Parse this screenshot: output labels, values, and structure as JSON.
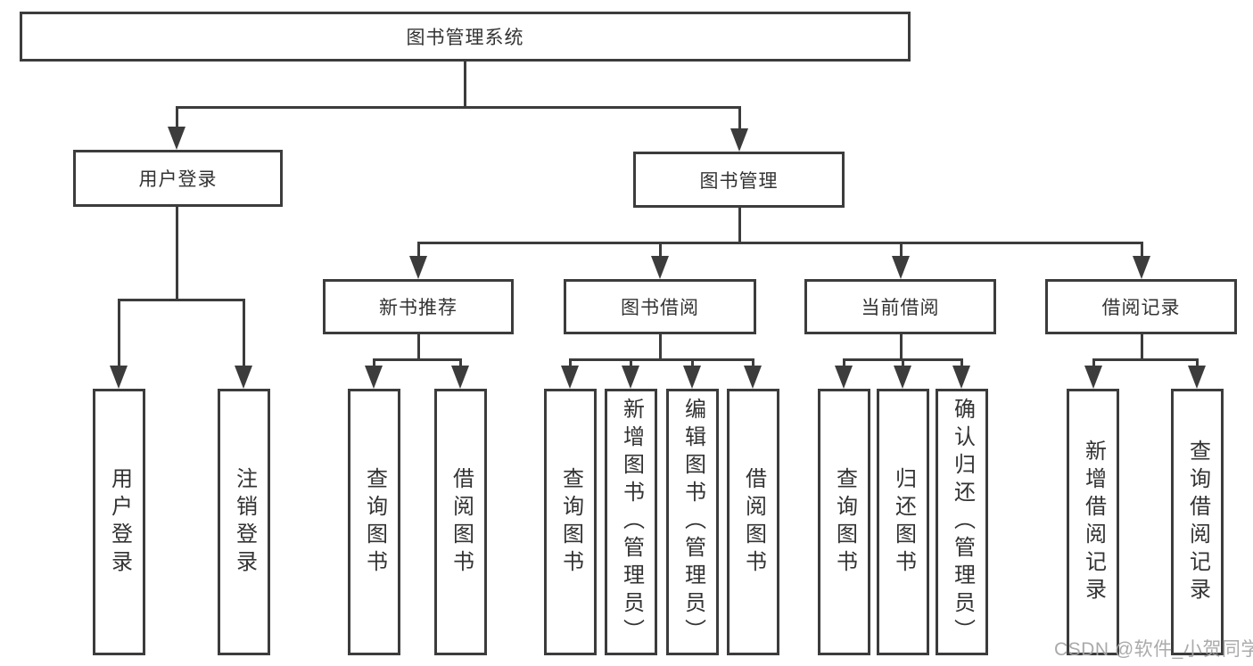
{
  "nodes": {
    "root": "图书管理系统",
    "user_login": "用户登录",
    "book_mgmt": "图书管理",
    "new_book_rec": "新书推荐",
    "book_borrow": "图书借阅",
    "current_borrow": "当前借阅",
    "borrow_records": "借阅记录",
    "ul_user_login": "用户登录",
    "ul_logout": "注销登录",
    "rec_query_book": "查询图书",
    "rec_borrow_book": "借阅图书",
    "bb_query_book": "查询图书",
    "bb_add_book": "新增图书（管理员）",
    "bb_edit_book": "编辑图书（管理员）",
    "bb_borrow_book": "借阅图书",
    "cb_query_book": "查询图书",
    "cb_return_book": "归还图书",
    "cb_confirm_return": "确认归还（管理员）",
    "br_add_record": "新增借阅记录",
    "br_query_record": "查询借阅记录"
  },
  "hierarchy": {
    "图书管理系统": {
      "用户登录": [
        "用户登录",
        "注销登录"
      ],
      "图书管理": {
        "新书推荐": [
          "查询图书",
          "借阅图书"
        ],
        "图书借阅": [
          "查询图书",
          "新增图书（管理员）",
          "编辑图书（管理员）",
          "借阅图书"
        ],
        "当前借阅": [
          "查询图书",
          "归还图书",
          "确认归还（管理员）"
        ],
        "借阅记录": [
          "新增借阅记录",
          "查询借阅记录"
        ]
      }
    }
  },
  "watermark": "CSDN @软件_小贺同学",
  "colors": {
    "line": "#3c3c3c",
    "text": "#333333",
    "background": "#ffffff",
    "watermark": "#a5a5a5"
  }
}
